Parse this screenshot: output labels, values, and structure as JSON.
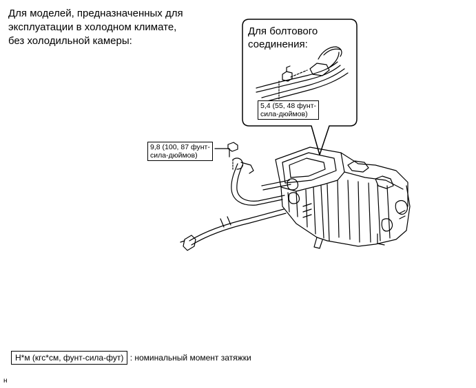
{
  "caption": {
    "line1": "Для моделей, предназначенных для",
    "line2": "эксплуатации в холодном климате,",
    "line3": "без холодильной камеры:"
  },
  "callout": {
    "line1": "Для болтового",
    "line2": "соединения:"
  },
  "torque_callout": {
    "line1": "5,4 (55, 48 фунт-",
    "line2": "сила-дюймов)"
  },
  "torque_main": {
    "line1": "9,8 (100, 87 фунт-",
    "line2": "сила-дюймов)"
  },
  "legend": {
    "unit_label": "Н*м (кгс*см, фунт-сила-фут)",
    "description": ": номинальный момент затяжки"
  },
  "figure_code": "н"
}
